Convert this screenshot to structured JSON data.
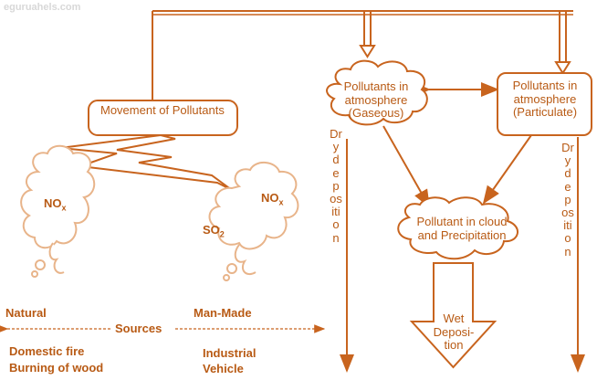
{
  "watermark": "eguruahels.com",
  "nodes": {
    "movement": "Movement of Pollutants",
    "gaseous": "Pollutants in atmosphere (Gaseous)",
    "particulate": "Pollutants in atmosphere (Particulate)",
    "cloud": "Pollutant in cloud and Precipitation",
    "wet_deposition": "Wet Deposi- tion"
  },
  "dry_deposition_left": "Dry deposition",
  "dry_deposition_right": "Dry deposition",
  "chemicals": {
    "left_nox": "NOx",
    "right_nox": "NOx",
    "so2": "SO2"
  },
  "sources": {
    "natural": "Natural",
    "man_made": "Man-Made",
    "label": "Sources",
    "natural_examples": [
      "Domestic fire",
      "Burning of wood"
    ],
    "man_made_examples": [
      "Industrial",
      "Vehicle"
    ]
  },
  "colors": {
    "line": "#c8641e",
    "text": "#b85a14",
    "smoke": "#e8b48a",
    "watermark": "#d8d8d8"
  }
}
